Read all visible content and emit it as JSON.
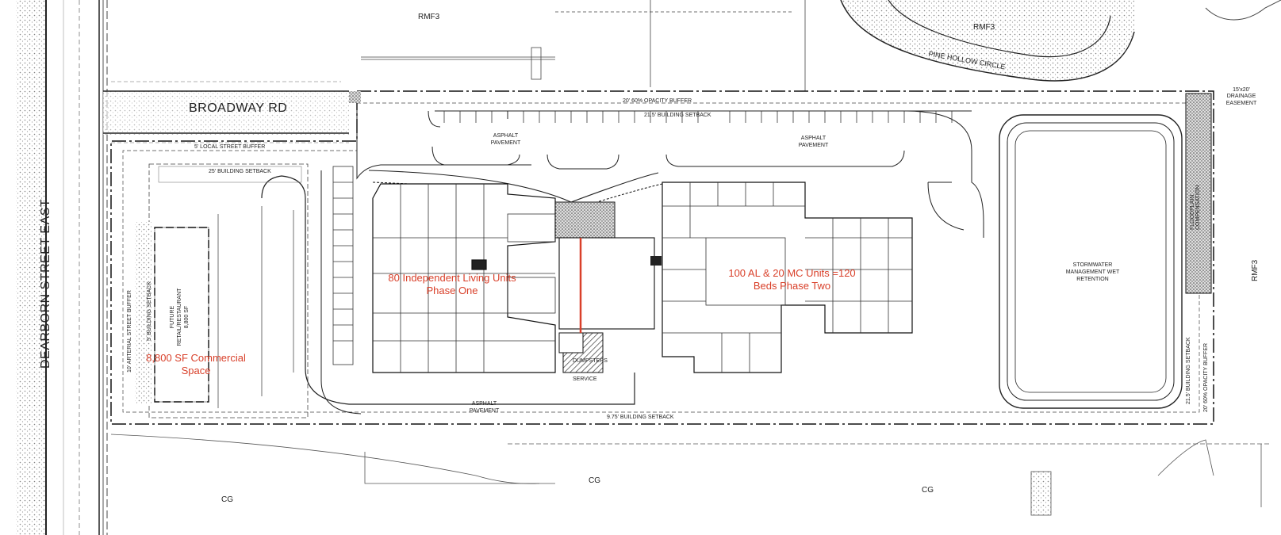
{
  "roads": {
    "broadway": "BROADWAY RD",
    "dearborn": "DEARBORN STREET EAST",
    "pine_hollow": "PINE HOLLOW CIRCLE"
  },
  "zoning": {
    "rmf3_top_left": "RMF3",
    "rmf3_top_right": "RMF3",
    "rmf3_right": "RMF3",
    "cg_left": "CG",
    "cg_center": "CG",
    "cg_right": "CG"
  },
  "buffers": {
    "top_opacity": "20' 60% OPACITY BUFFER",
    "top_setback": "21.5' BUILDING SETBACK",
    "local_street": "5' LOCAL STREET BUFFER",
    "left_setback": "25' BUILDING SETBACK",
    "bottom_setback": "9.75' BUILDING SETBACK",
    "drainage": "15'x20' DRAINAGE EASEMENT",
    "arterial": "10' ARTERIAL STREET BUFFER",
    "side_setback": "5' BUILDING SETBACK",
    "right_opacity": "20' 60% OPACITY BUFFER",
    "right_setback": "21.5' BUILDING SETBACK",
    "floodplain": "FLOODPLAIN COMPENSATION"
  },
  "pavement": {
    "p1": "ASPHALT PAVEMENT",
    "p2": "ASPHALT PAVEMENT",
    "p3": "ASPHALT PAVEMENT"
  },
  "site": {
    "dumpsters": "DUMPSTERS",
    "service": "SERVICE",
    "stormwater": "STORMWATER MANAGEMENT WET RETENTION",
    "future_retail": "FUTURE RETAIL/RESTAURANT 8,800 SF"
  },
  "phase_labels": {
    "independent": "80 Independent Living Units Phase One",
    "assisted": "100 AL & 20 MC Units =120 Beds Phase Two",
    "commercial": "8,800 SF Commercial Space"
  },
  "accent_color": "#d9402a"
}
